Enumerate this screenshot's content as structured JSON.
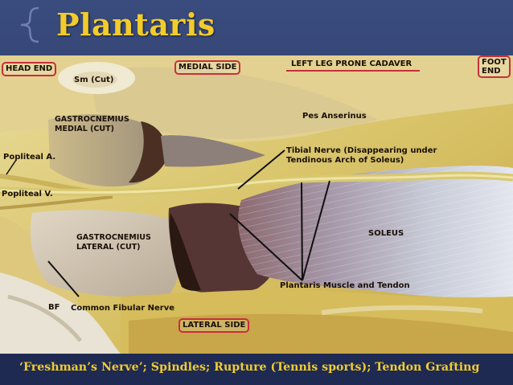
{
  "slide": {
    "title": "Plantaris",
    "caption": "‘Freshman’s Nerve’; Spindles; Rupture (Tennis sports); Tendon Grafting"
  },
  "labels": {
    "head_end": "HEAD END",
    "medial_side": "MEDIAL SIDE",
    "left_leg": "LEFT LEG PRONE CADAVER",
    "foot_end_1": "FOOT",
    "foot_end_2": "END",
    "sm_cut": "Sm (Cut)",
    "gastro_medial_1": "GASTROCNEMIUS",
    "gastro_medial_2": "MEDIAL (CUT)",
    "pes_anserinus": "Pes Anserinus",
    "popliteal_a": "Popliteal A.",
    "popliteal_v": "Popliteal V.",
    "tibial_nerve_1": "Tibial Nerve (Disappearing under",
    "tibial_nerve_2": "Tendinous Arch of Soleus)",
    "gastro_lateral_1": "GASTROCNEMIUS",
    "gastro_lateral_2": "LATERAL (CUT)",
    "soleus": "SOLEUS",
    "plantaris": "Plantaris Muscle and Tendon",
    "bf": "BF",
    "common_fibular": "Common Fibular Nerve",
    "lateral_side": "LATERAL SIDE"
  },
  "colors": {
    "title_yellow": "#f2cc2d",
    "background_navy": "#2d3a63",
    "label_box_red": "#c6303a"
  }
}
